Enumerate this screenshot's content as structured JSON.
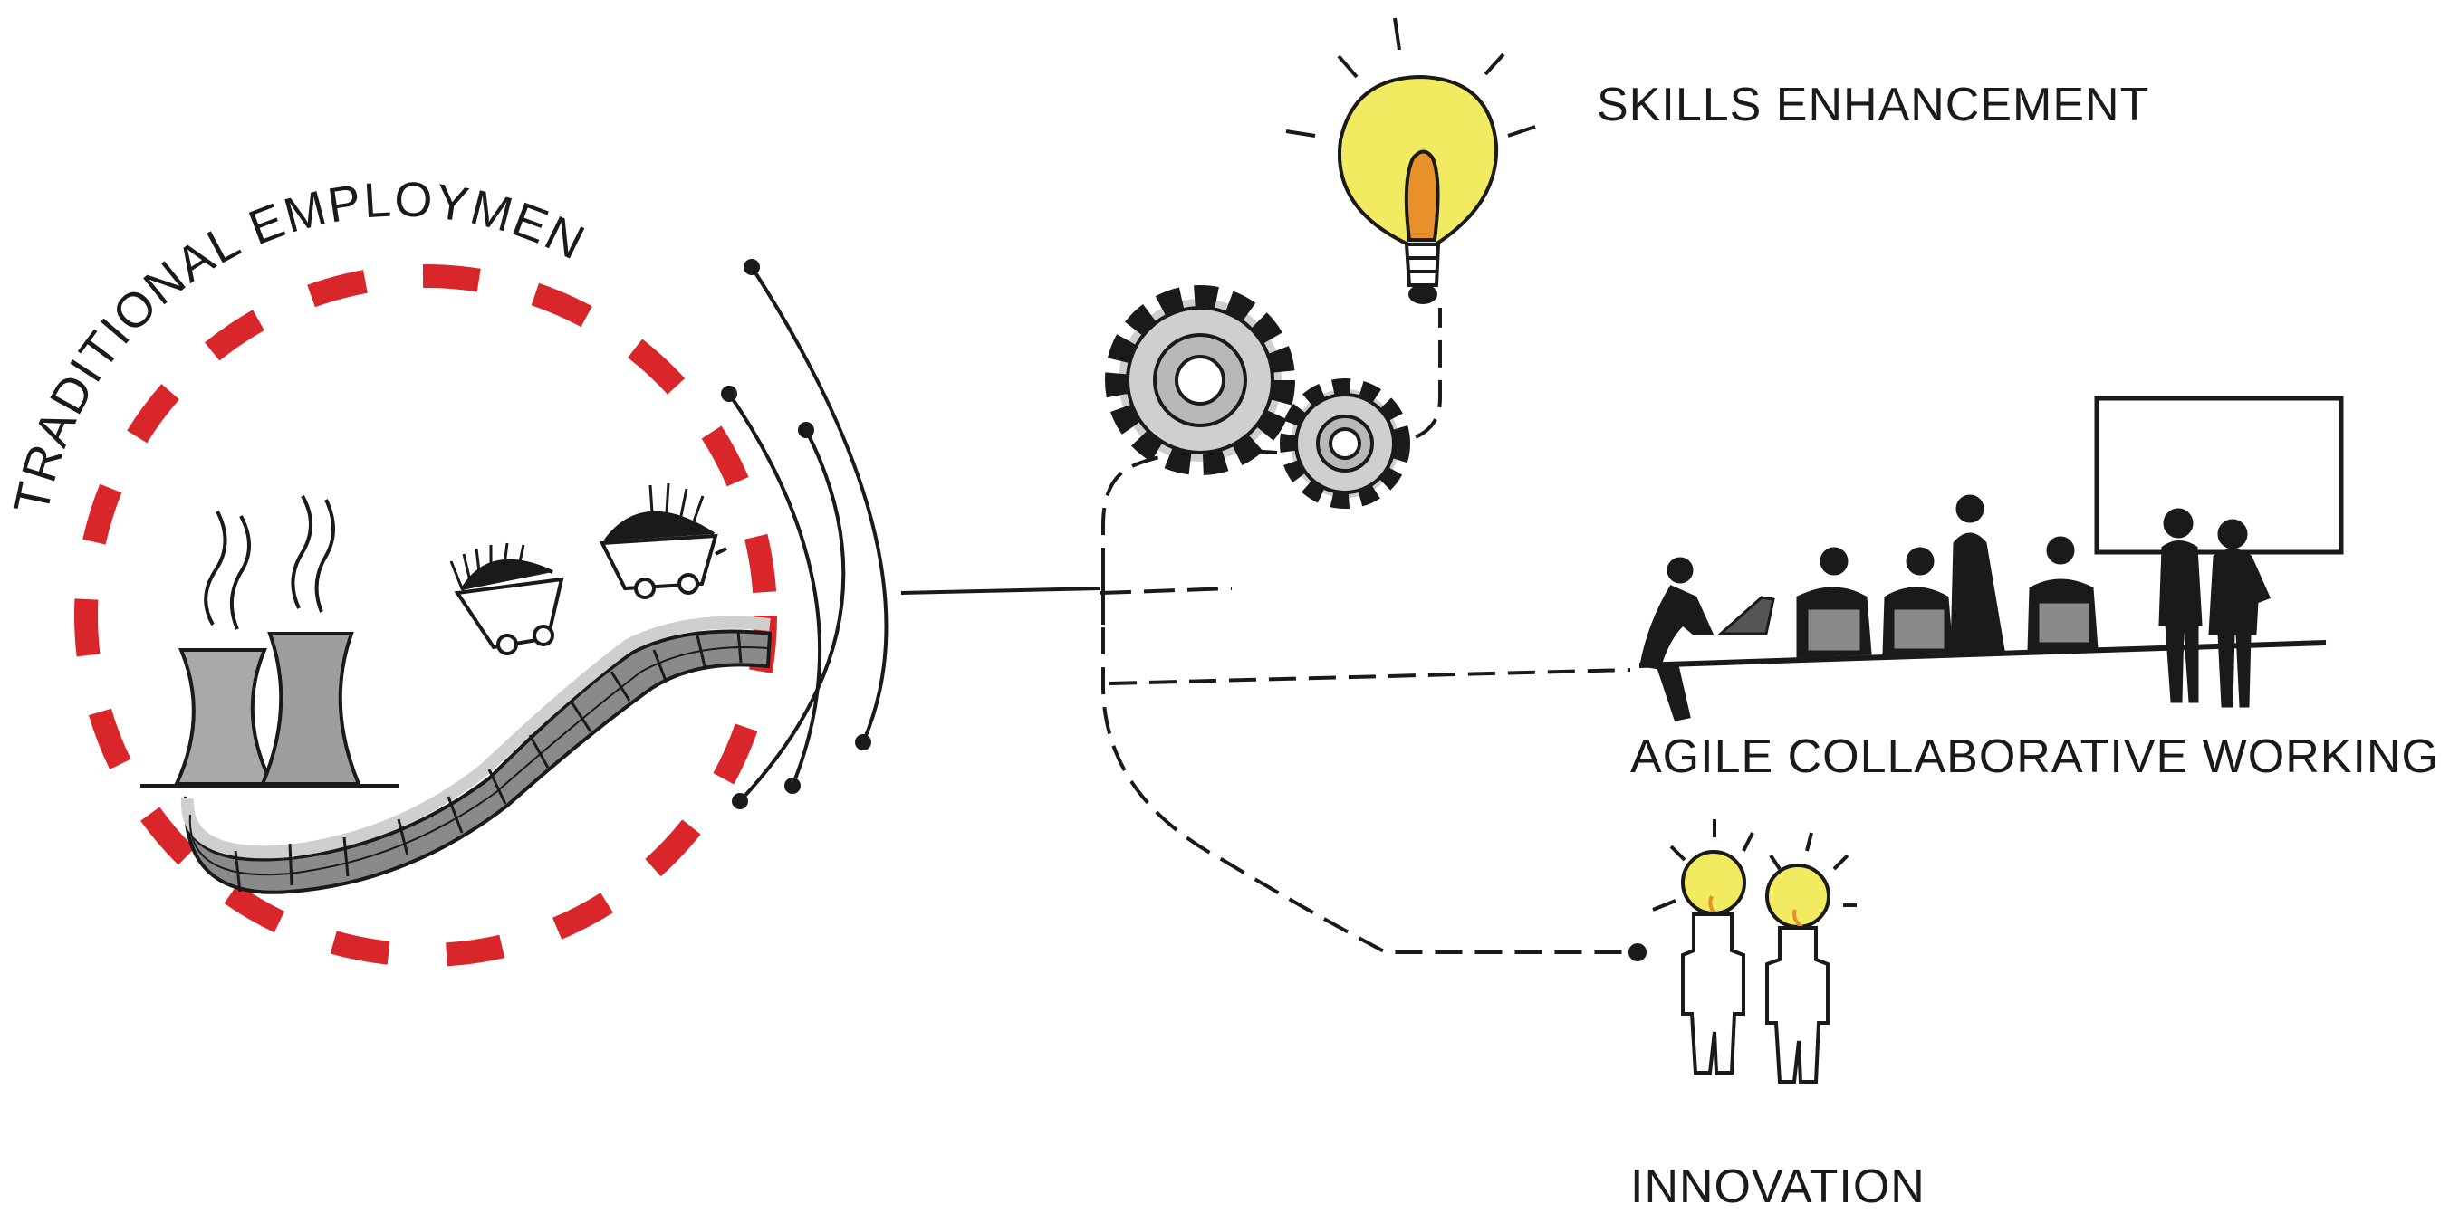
{
  "labels": {
    "traditional": "TRADITIONAL EMPLOYMENT",
    "skills": "SKILLS ENHANCEMENT",
    "agile": "AGILE COLLABORATIVE WORKING",
    "innovation": "INNOVATION"
  },
  "colors": {
    "ink": "#1a1a1a",
    "dash_red": "#d8262b",
    "bulb_yellow": "#f2ea60",
    "filament_orange": "#e8902a",
    "grey_dark": "#8a8a8a",
    "grey_mid": "#a9a9a9",
    "grey_light": "#cfcfcf"
  },
  "icons": [
    "cooling-towers-icon",
    "mine-cart-icon",
    "rail-track-icon",
    "gear-icon",
    "lightbulb-icon",
    "meeting-people-icon",
    "whiteboard-icon",
    "idea-people-icon"
  ]
}
